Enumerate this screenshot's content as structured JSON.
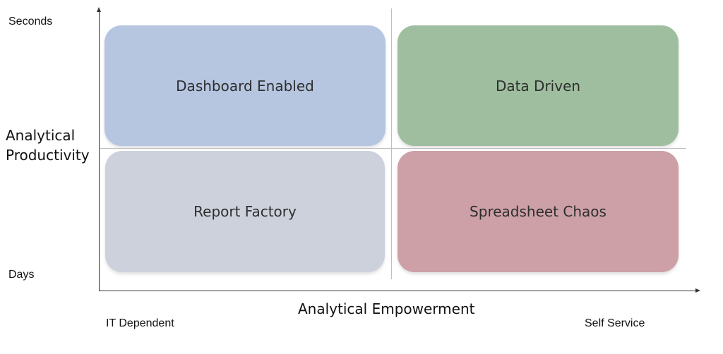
{
  "y_axis": {
    "title_line1": "Analytical",
    "title_line2": "Productivity",
    "top_label": "Seconds",
    "bottom_label": "Days"
  },
  "x_axis": {
    "title": "Analytical Empowerment",
    "left_label": "IT Dependent",
    "right_label": "Self Service"
  },
  "quadrants": {
    "top_left": {
      "label": "Dashboard Enabled",
      "color": "#b6c6e1"
    },
    "top_right": {
      "label": "Data Driven",
      "color": "#9fbe9f"
    },
    "bottom_left": {
      "label": "Report Factory",
      "color": "#cdd1dc"
    },
    "bottom_right": {
      "label": "Spreadsheet Chaos",
      "color": "#cca0a6"
    }
  },
  "colors": {
    "axis": "#333333",
    "divider": "#bfbfbf"
  }
}
